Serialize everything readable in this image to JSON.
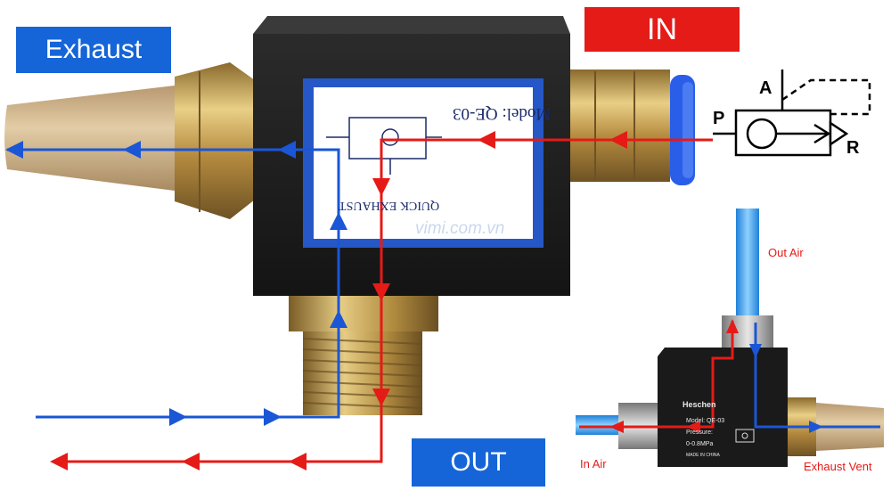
{
  "labels": {
    "exhaust": "Exhaust",
    "in": "IN",
    "out": "OUT",
    "out_air": "Out Air",
    "in_air": "In Air",
    "exhaust_vent": "Exhaust Vent",
    "watermark": "vimi.com.vn"
  },
  "symbol": {
    "a": "A",
    "p": "P",
    "r": "R"
  },
  "valve_label": {
    "model": "Model: QE-03",
    "type": "QUICK EXHAUST"
  },
  "small_valve_label": {
    "brand": "Heschen",
    "model": "Model: QE-03",
    "pressure": "Pressure:",
    "range": "0-0.8MPa",
    "made": "MADE IN CHINA"
  },
  "colors": {
    "supply_flow": "#e41b17",
    "exhaust_flow": "#1a56d6",
    "body": "#1c1c1c",
    "brass": "#c9a85a",
    "silencer": "#d9bf93",
    "fitting_ring": "#2a5ee8"
  },
  "icons": [
    "pneumatic-valve-symbol-icon",
    "flow-arrow-icon"
  ]
}
